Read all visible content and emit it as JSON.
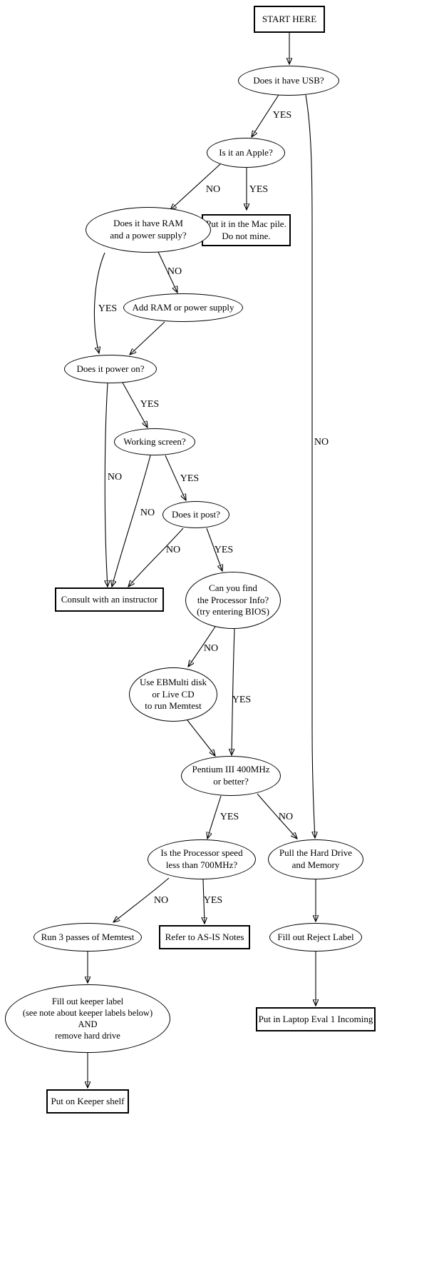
{
  "diagram": {
    "colors": {
      "stroke": "#000000",
      "background": "#ffffff"
    },
    "nodes": {
      "start": {
        "label": "START HERE"
      },
      "usb": {
        "label": "Does it have USB?"
      },
      "apple": {
        "label": "Is it an Apple?"
      },
      "mac_pile": {
        "label": "Put it in the Mac pile.\nDo not mine."
      },
      "ram_power": {
        "label": "Does it have RAM\nand a power supply?"
      },
      "add_ram": {
        "label": "Add RAM or power supply"
      },
      "power_on": {
        "label": "Does it power on?"
      },
      "working_screen": {
        "label": "Working screen?"
      },
      "post": {
        "label": "Does it post?"
      },
      "consult": {
        "label": "Consult with an instructor"
      },
      "processor_info": {
        "label": "Can you find\nthe Processor Info?\n(try entering BIOS)"
      },
      "ebmulti": {
        "label": "Use EBMulti disk\nor Live CD\nto run Memtest"
      },
      "pentium": {
        "label": "Pentium III 400MHz\nor better?"
      },
      "speed_700": {
        "label": "Is the Processor speed\nless than 700MHz?"
      },
      "pull_hd": {
        "label": "Pull the Hard Drive\nand Memory"
      },
      "run_memtest": {
        "label": "Run 3 passes of Memtest"
      },
      "asis_notes": {
        "label": "Refer to AS-IS Notes"
      },
      "reject": {
        "label": "Fill out Reject Label"
      },
      "keeper": {
        "label": "Fill out keeper label\n(see note about keeper labels below)\nAND\nremove hard drive"
      },
      "laptop_eval": {
        "label": "Put in Laptop Eval 1 Incoming"
      },
      "keeper_shelf": {
        "label": "Put on Keeper shelf"
      }
    },
    "edge_labels": {
      "usb_yes": "YES",
      "usb_no": "NO",
      "apple_no": "NO",
      "apple_yes": "YES",
      "ram_no": "NO",
      "ram_yes": "YES",
      "power_yes": "YES",
      "power_no": "NO",
      "screen_yes": "YES",
      "screen_no": "NO",
      "post_no": "NO",
      "post_yes": "YES",
      "proc_no": "NO",
      "proc_yes": "YES",
      "pentium_yes": "YES",
      "pentium_no": "NO",
      "speed_no": "NO",
      "speed_yes": "YES"
    }
  }
}
